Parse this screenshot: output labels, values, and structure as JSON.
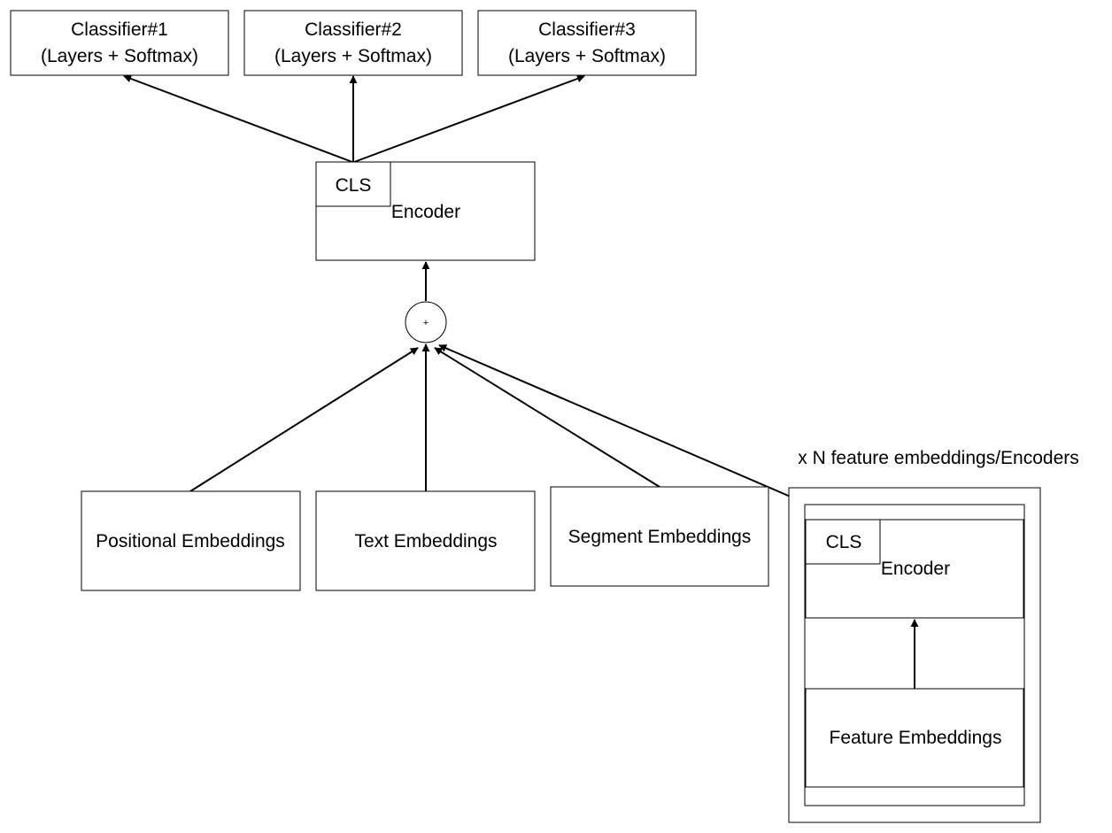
{
  "classifiers": [
    {
      "name": "Classifier#1",
      "detail": "(Layers + Softmax)"
    },
    {
      "name": "Classifier#2",
      "detail": "(Layers + Softmax)"
    },
    {
      "name": "Classifier#3",
      "detail": "(Layers + Softmax)"
    }
  ],
  "main_encoder": {
    "cls_label": "CLS",
    "label": "Encoder"
  },
  "sum_node": {
    "symbol": "+"
  },
  "embeddings": {
    "positional": "Positional Embeddings",
    "text": "Text Embeddings",
    "segment": "Segment Embeddings"
  },
  "feature_group": {
    "caption": "x N feature embeddings/Encoders",
    "cls_label": "CLS",
    "encoder_label": "Encoder",
    "embeddings_label": "Feature Embeddings"
  }
}
